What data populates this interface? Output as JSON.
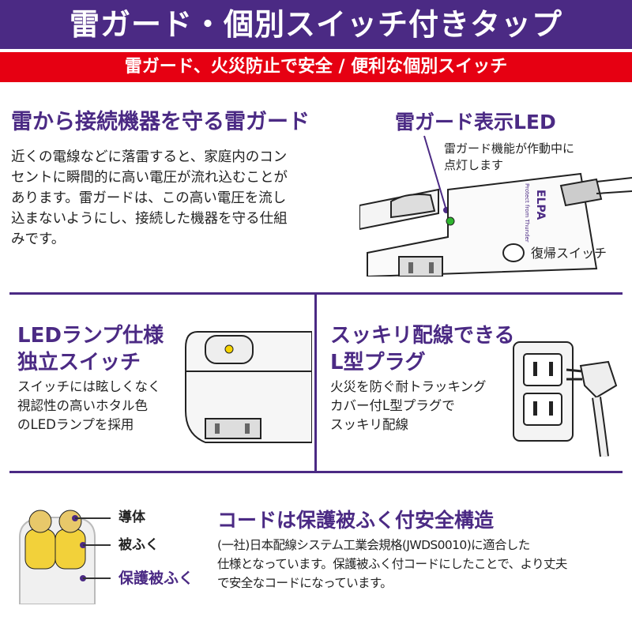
{
  "header": {
    "title": "雷ガード・個別スイッチ付きタップ",
    "subtitle": "雷ガード、火災防止で安全 / 便利な個別スイッチ"
  },
  "section1": {
    "heading": "雷から接続機器を守る雷ガード",
    "body": [
      "近くの電線などに落雷すると、家庭内のコン",
      "セントに瞬間的に高い電圧が流れ込むことが",
      "あります。雷ガードは、この高い電圧を流し",
      "込まないようにし、接続した機器を守る仕組",
      "みです。"
    ],
    "led_heading": "雷ガード表示LED",
    "led_note": [
      "雷ガード機能が作動中に",
      "点灯します"
    ],
    "reset_label": "復帰スイッチ",
    "brand": "ELPA",
    "brand_sub": "Protect from Thunder"
  },
  "section2": {
    "heading": [
      "LEDランプ仕様",
      "独立スイッチ"
    ],
    "body": [
      "スイッチには眩しくなく",
      "視認性の高いホタル色",
      "のLEDランプを採用"
    ]
  },
  "section3": {
    "heading": [
      "スッキリ配線できる",
      "L型プラグ"
    ],
    "body": [
      "火災を防ぐ耐トラッキング",
      "カバー付L型プラグで",
      "スッキリ配線"
    ]
  },
  "section4": {
    "labels": [
      "導体",
      "被ふく",
      "保護被ふく"
    ],
    "heading": "コードは保護被ふく付安全構造",
    "body": [
      "(一社)日本配線システム工業会規格(JWDS0010)に適合した",
      "仕様となっています。保護被ふく付コードにしたことで、より丈夫",
      "で安全なコードになっています。"
    ]
  },
  "colors": {
    "purple": "#4b2a84",
    "red": "#e60012",
    "led_green": "#2fb52f"
  }
}
